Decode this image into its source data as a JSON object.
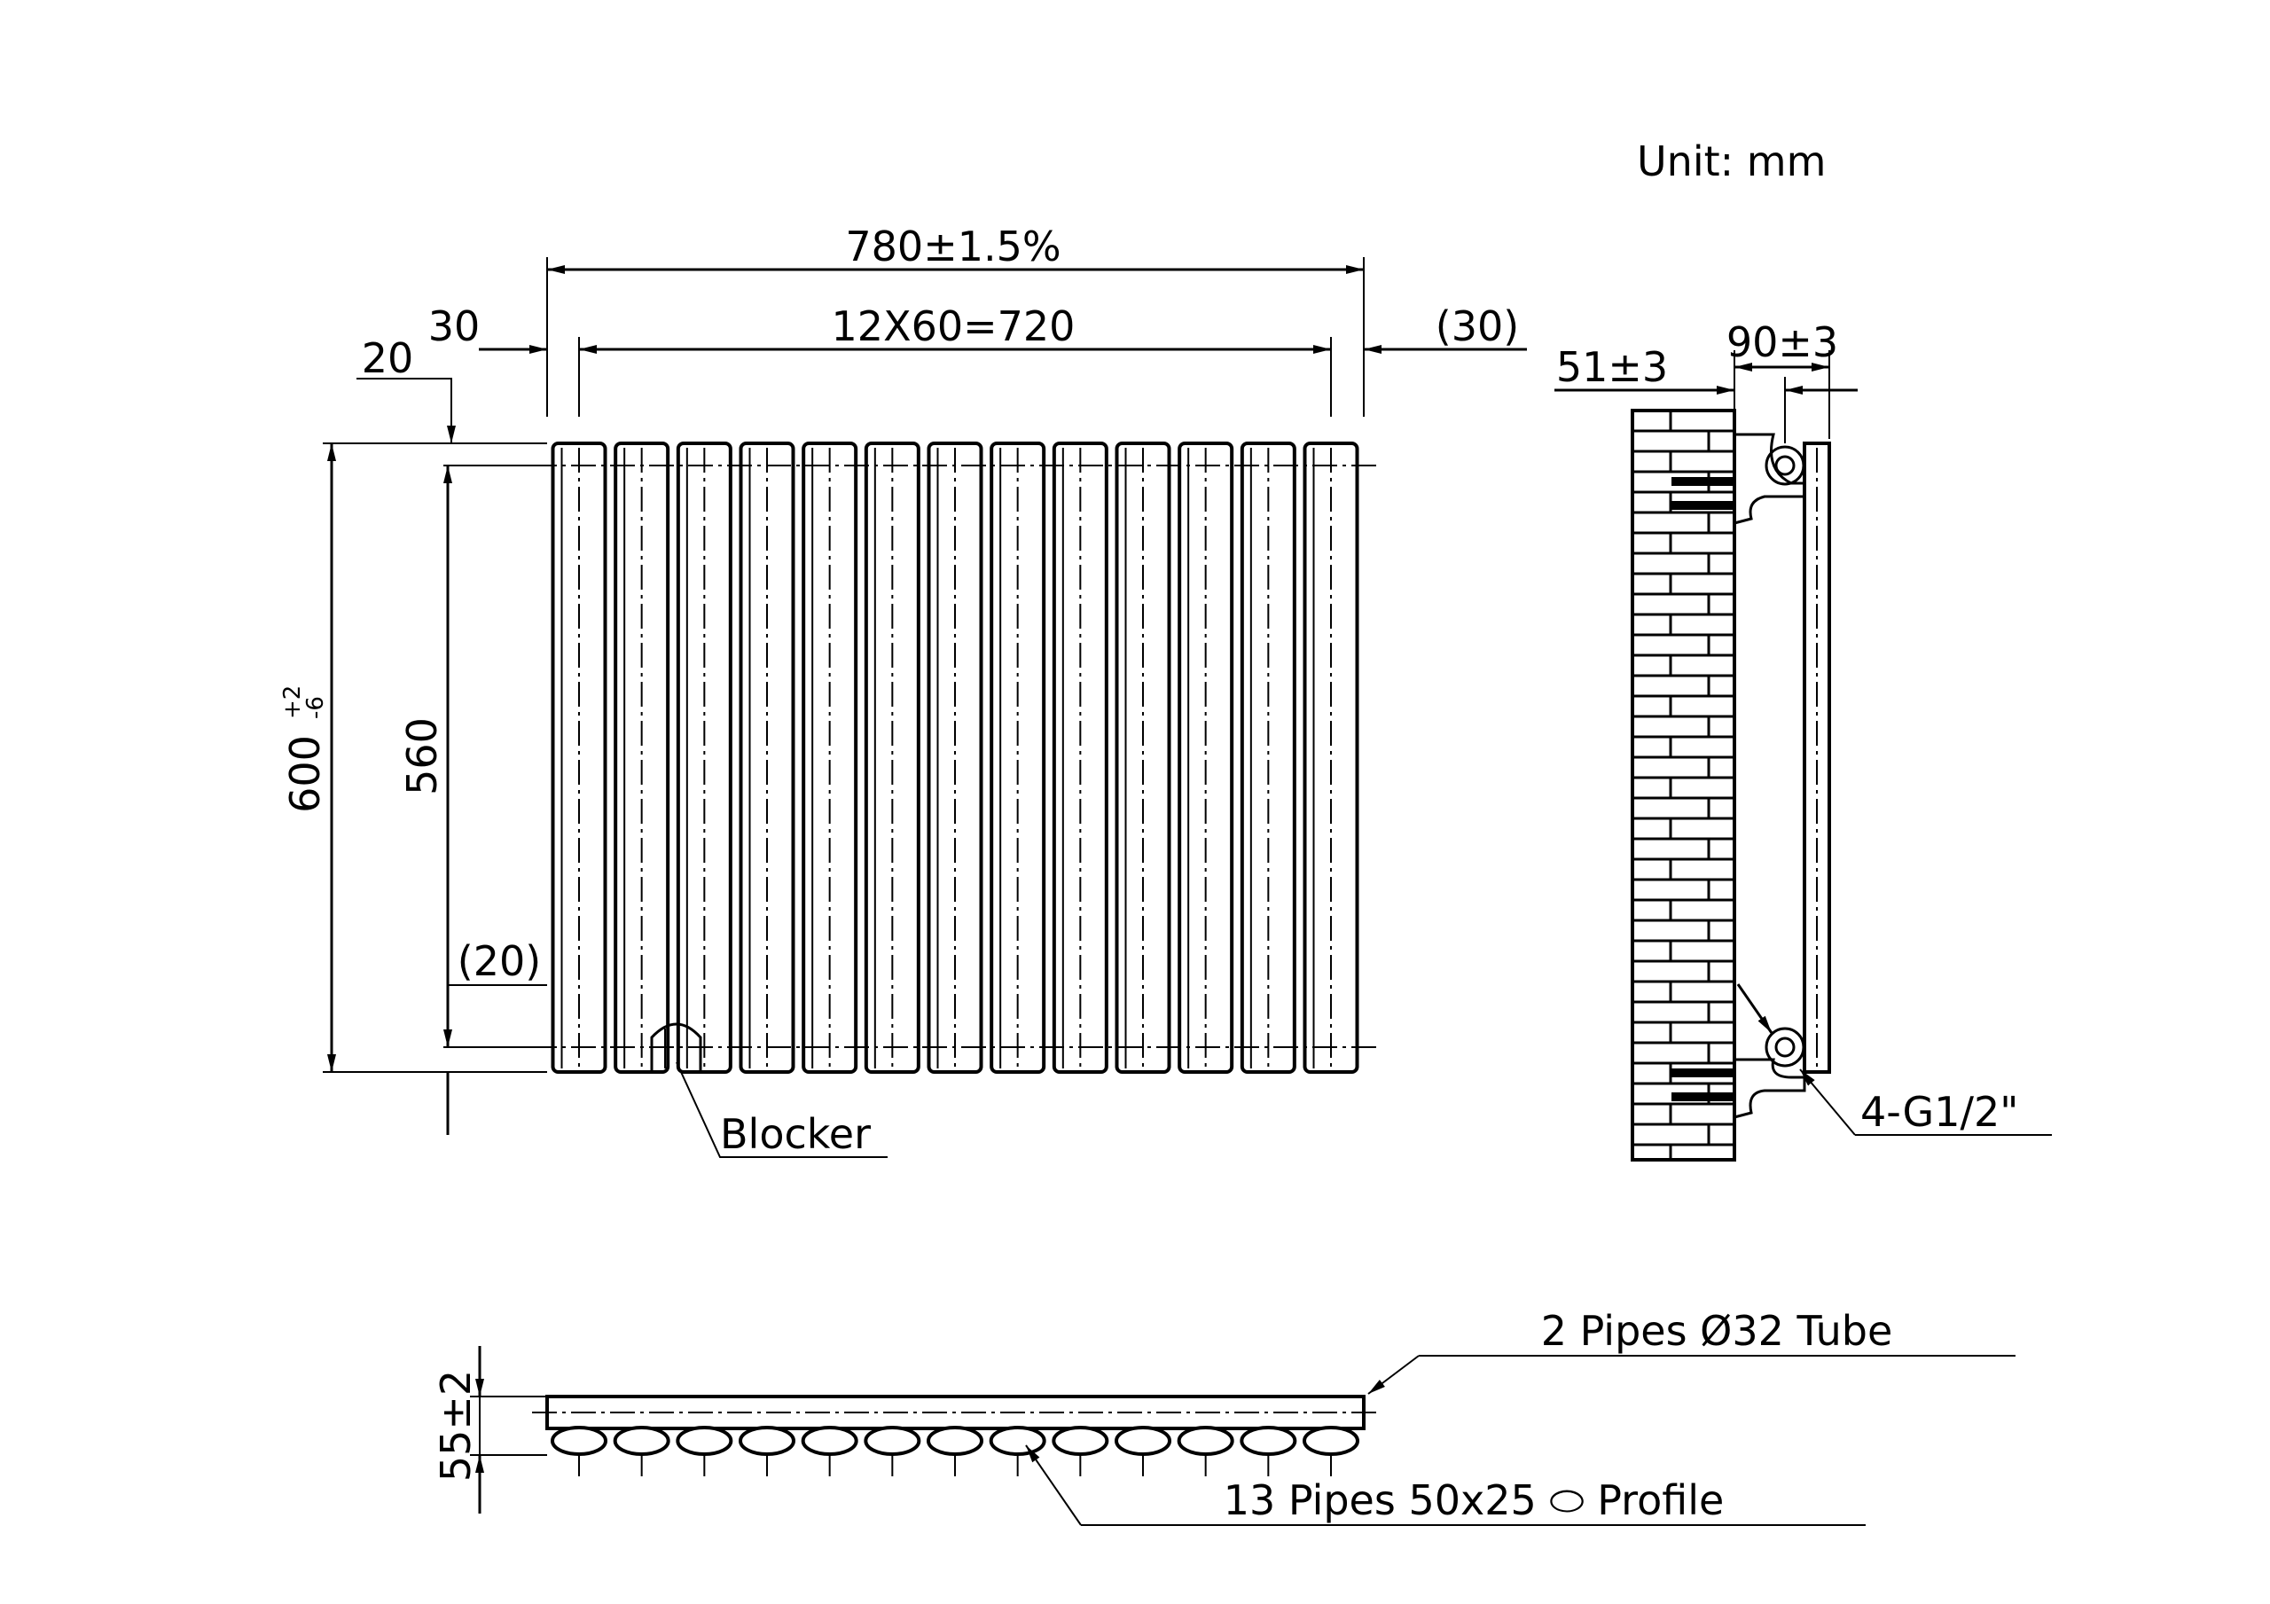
{
  "unit_label": "Unit: mm",
  "front_view": {
    "overall_width": "780±1.5%",
    "pitch_dim": "12X60=720",
    "left_offset": "30",
    "top_offset": "20",
    "right_offset": "(30)",
    "overall_height": "600",
    "height_tol_plus": "+2",
    "height_tol_minus": "-6",
    "center_height": "560",
    "bottom_offset": "(20)",
    "blocker_label": "Blocker",
    "tube_count": 13
  },
  "side_view": {
    "wall_offset": "51±3",
    "depth": "90±3",
    "connections": "4-G1/2\""
  },
  "plan_view": {
    "depth_dim": "55±2",
    "header_label": "2 Pipes Ø32 Tube",
    "tubes_label": "13 Pipes 50x25 ⬭ Profile"
  }
}
